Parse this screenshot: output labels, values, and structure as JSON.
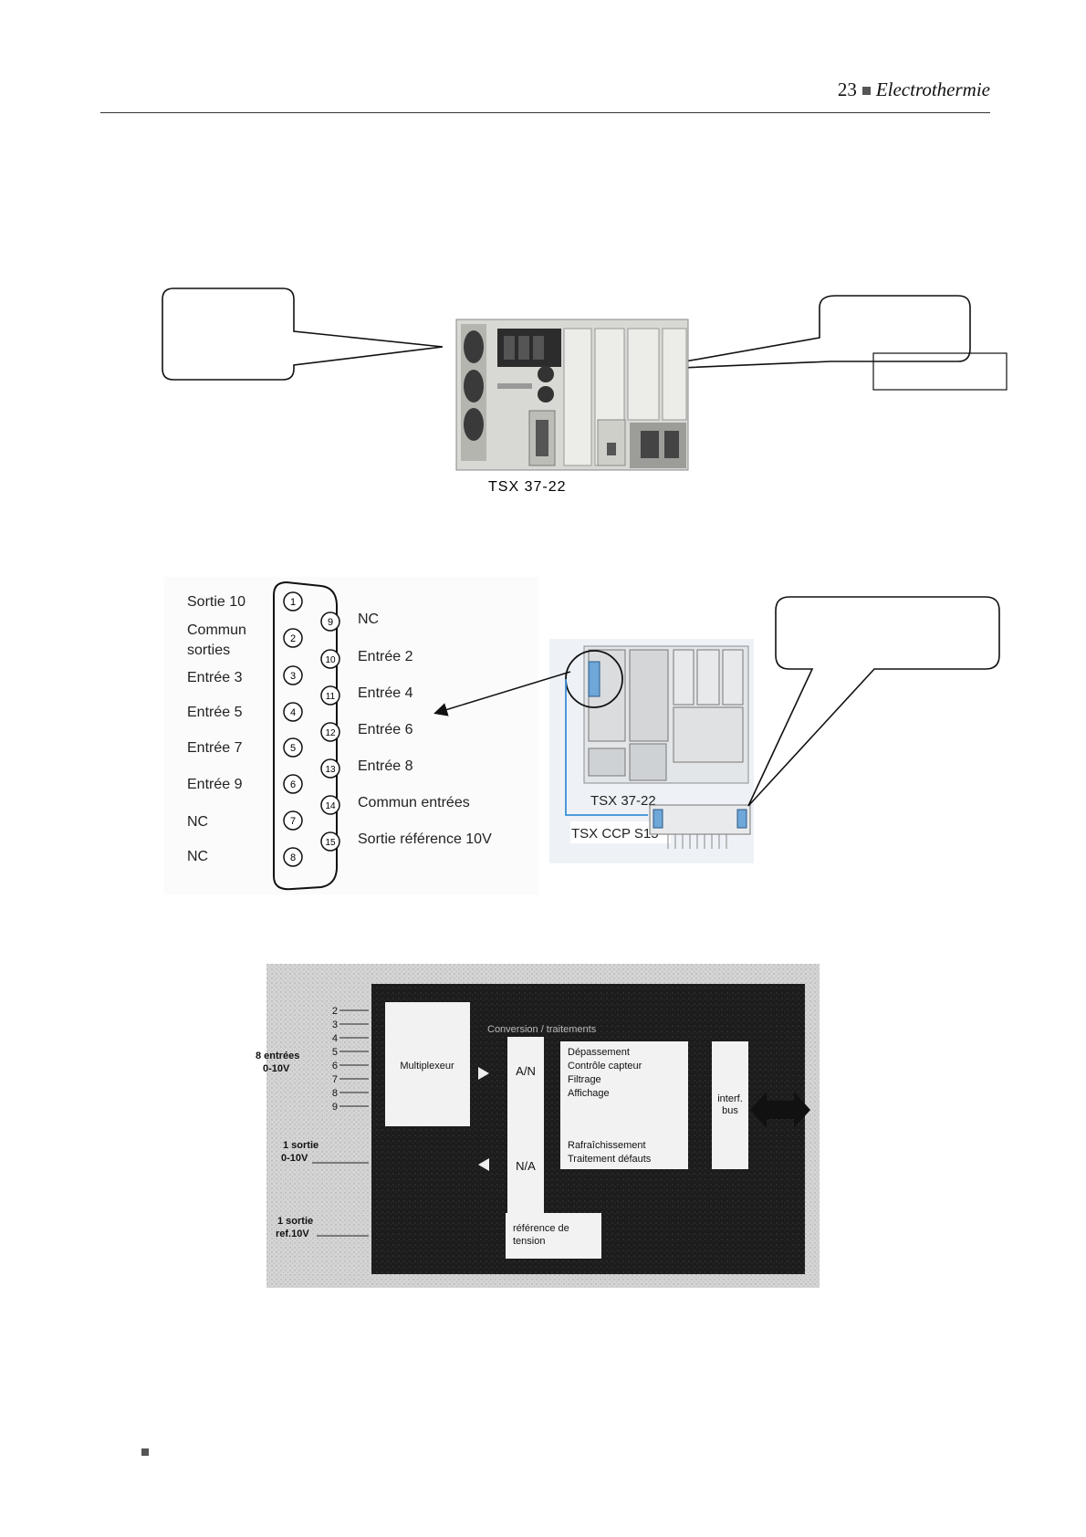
{
  "header": {
    "page_number": "23",
    "title": "Electrothermie"
  },
  "figure1": {
    "caption": "TSX 37-22"
  },
  "pinout": {
    "left_pins": [
      {
        "num": "1",
        "label": "Sortie 10"
      },
      {
        "num": "2",
        "label": "Commun sorties"
      },
      {
        "num": "3",
        "label": "Entrée 3"
      },
      {
        "num": "4",
        "label": "Entrée 5"
      },
      {
        "num": "5",
        "label": "Entrée 7"
      },
      {
        "num": "6",
        "label": "Entrée 9"
      },
      {
        "num": "7",
        "label": "NC"
      },
      {
        "num": "8",
        "label": "NC"
      }
    ],
    "right_pins": [
      {
        "num": "9",
        "label": "NC"
      },
      {
        "num": "10",
        "label": "Entrée 2"
      },
      {
        "num": "11",
        "label": "Entrée 4"
      },
      {
        "num": "12",
        "label": "Entrée 6"
      },
      {
        "num": "13",
        "label": "Entrée 8"
      },
      {
        "num": "14",
        "label": "Commun entrées"
      },
      {
        "num": "15",
        "label": "Sortie référence 10V"
      }
    ]
  },
  "figure2": {
    "plc_label": "TSX 37-22",
    "module_label": "TSX CCP S15"
  },
  "block_diagram": {
    "input_numbers": [
      "2",
      "3",
      "4",
      "5",
      "6",
      "7",
      "8",
      "9"
    ],
    "inputs_label_line1": "8 entrées",
    "inputs_label_line2": "0-10V",
    "output_label_line1": "1 sortie",
    "output_label_line2": "0-10V",
    "ref_label_line1": "1 sortie",
    "ref_label_line2": "ref.10V",
    "multiplexer": "Multiplexeur",
    "section_title": "Conversion / traitements",
    "an": "A/N",
    "na": "N/A",
    "processing_lines": [
      "Dépassement",
      "Contrôle capteur",
      "Filtrage",
      "Affichage"
    ],
    "refresh_lines": [
      "Rafraîchissement",
      "Traitement défauts"
    ],
    "interface_line1": "interf.",
    "interface_line2": "bus",
    "reference_line1": "référence de",
    "reference_line2": "tension"
  }
}
